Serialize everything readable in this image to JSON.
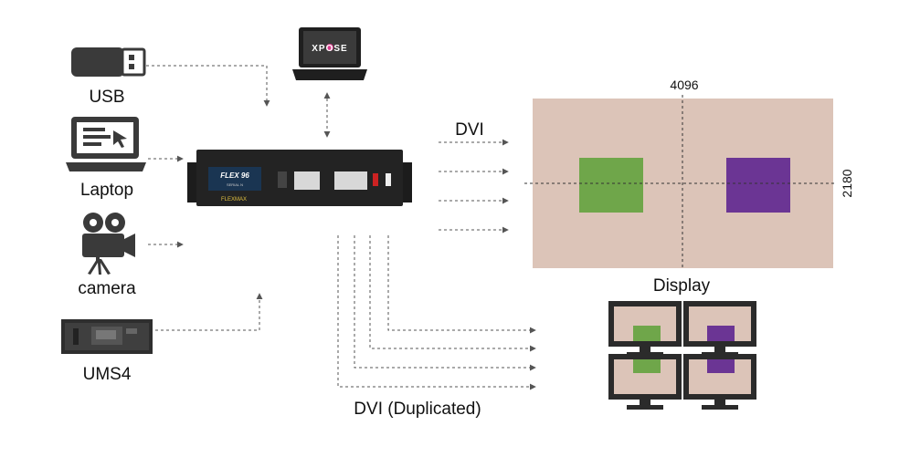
{
  "sources": {
    "usb": "USB",
    "laptop": "Laptop",
    "camera": "camera",
    "ums4": "UMS4"
  },
  "laptop_screen_logo": "XPOSE",
  "device": {
    "screen_title": "FLEX 96",
    "screen_subtitle": "SERIAL N",
    "brand": "FLEXMAX"
  },
  "outputs": {
    "dvi": "DVI",
    "dvi_duplicated": "DVI (Duplicated)"
  },
  "display": {
    "width_label": "4096",
    "height_label": "2180",
    "caption": "Display",
    "background_color": "#dcc4b8",
    "left_window_color": "#6fa64a",
    "right_window_color": "#6b3594"
  }
}
